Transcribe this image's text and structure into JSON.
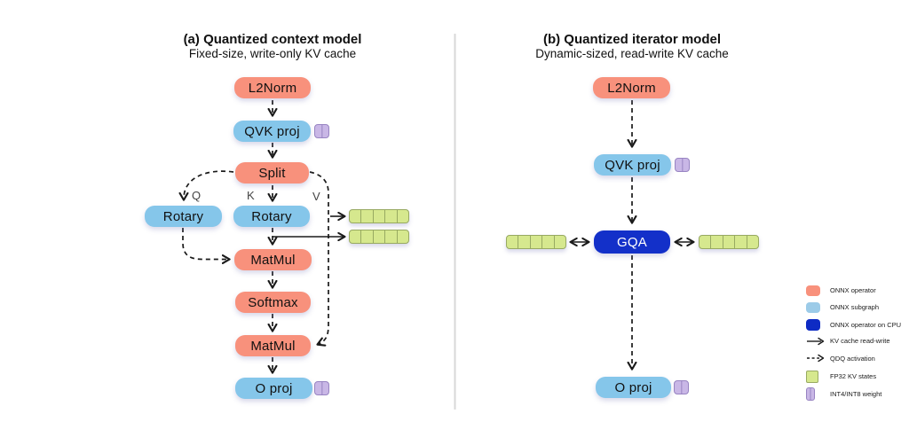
{
  "panel_a": {
    "title": "(a) Quantized context model",
    "subtitle": "Fixed-size, write-only KV cache",
    "nodes": {
      "l2norm": "L2Norm",
      "qvk_proj": "QVK proj",
      "split": "Split",
      "rotary_q": "Rotary",
      "rotary_k": "Rotary",
      "matmul_1": "MatMul",
      "softmax": "Softmax",
      "matmul_2": "MatMul",
      "o_proj": "O proj"
    },
    "edge_labels": {
      "q": "Q",
      "k": "K",
      "v": "V"
    }
  },
  "panel_b": {
    "title": "(b) Quantized iterator model",
    "subtitle": "Dynamic-sized, read-write KV cache",
    "nodes": {
      "l2norm": "L2Norm",
      "qvk_proj": "QVK proj",
      "gqa": "GQA",
      "o_proj": "O proj"
    }
  },
  "legend": {
    "items": [
      {
        "swatch": "onnx-operator",
        "label": "ONNX operator"
      },
      {
        "swatch": "onnx-subgraph",
        "label": "ONNX subgraph"
      },
      {
        "swatch": "onnx-operator-on-cpu",
        "label": "ONNX operator on CPU"
      },
      {
        "swatch": "solid-arrow",
        "label": "KV cache read-write"
      },
      {
        "swatch": "dashed-arrow",
        "label": "QDQ activation"
      },
      {
        "swatch": "fp32-kv-states",
        "label": "FP32 KV states"
      },
      {
        "swatch": "int4-int8-weight",
        "label": "INT4/INT8 weight"
      }
    ]
  },
  "colors": {
    "onnx_operator": "#F8917C",
    "onnx_subgraph": "#85C6EA",
    "onnx_operator_cpu": "#1330C9",
    "kv_state_fill": "#D6E88E",
    "kv_state_border": "#98AA62",
    "weight_fill": "#C9B7E6",
    "weight_border": "#9884C2",
    "arrow": "#1a1a1a",
    "divider": "#D8D8D8"
  }
}
